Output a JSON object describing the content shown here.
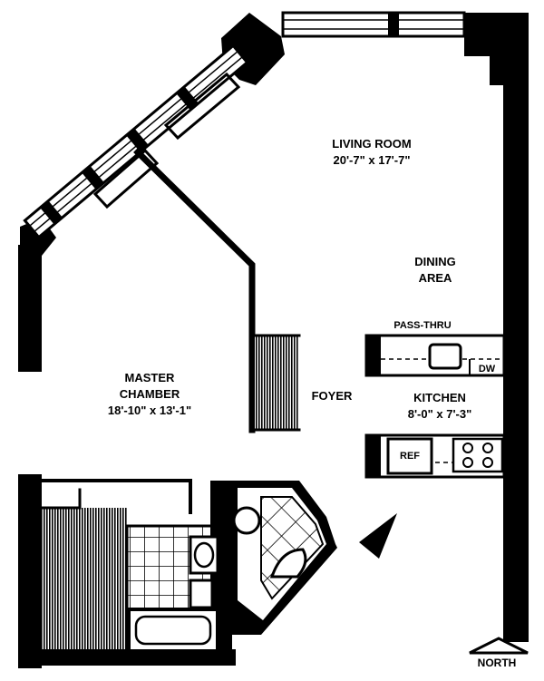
{
  "rooms": {
    "living_room": {
      "name": "LIVING ROOM",
      "size": "20'-7\" x 17'-7\""
    },
    "dining_area": {
      "name_line1": "DINING",
      "name_line2": "AREA"
    },
    "master_chamber": {
      "name_line1": "MASTER",
      "name_line2": "CHAMBER",
      "size": "18'-10\" x 13'-1\""
    },
    "foyer": {
      "name": "FOYER"
    },
    "kitchen": {
      "name": "KITCHEN",
      "size": "8'-0\" x 7'-3\""
    }
  },
  "fixtures": {
    "pass_thru": "PASS-THRU",
    "dishwasher": "DW",
    "refrigerator": "REF"
  },
  "compass": {
    "label": "NORTH"
  }
}
